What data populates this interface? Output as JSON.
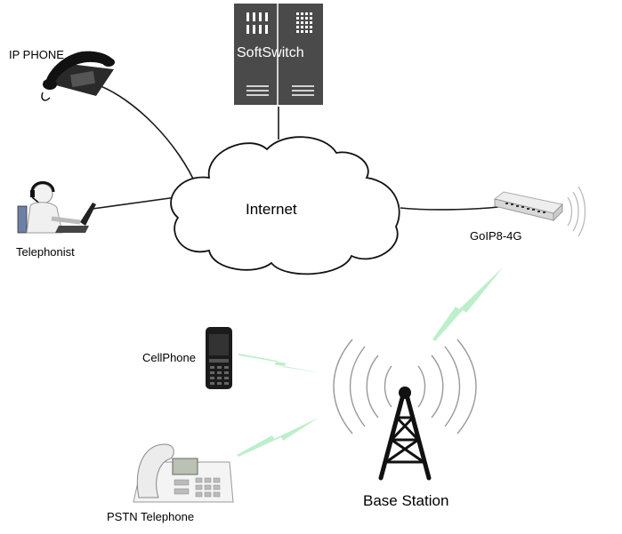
{
  "nodes": {
    "ip_phone": "IP PHONE",
    "telephonist": "Telephonist",
    "softswitch": "SoftSwitch",
    "internet": "Internet",
    "goip": "GoIP8-4G",
    "cellphone": "CellPhone",
    "pstn": "PSTN Telephone",
    "base_station": "Base Station"
  },
  "colors": {
    "link_line": "#1a1a1a",
    "wireless_link": "#b5edc4",
    "server_body": "#4a4a4a",
    "tower": "#111111",
    "signal_rings": "#999999"
  }
}
